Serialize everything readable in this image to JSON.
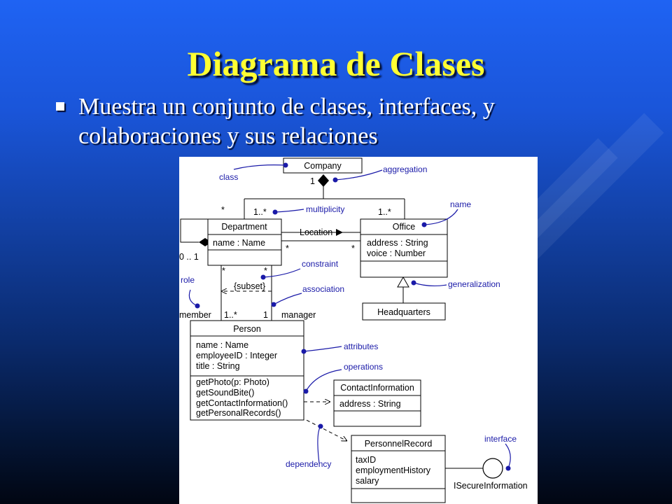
{
  "slide": {
    "title": "Diagrama de Clases",
    "bullet_line1": "Muestra un conjunto de clases, interfaces, y",
    "bullet_line2": "colaboraciones y sus relaciones"
  },
  "diagram": {
    "classes": {
      "company": "Company",
      "department": "Department",
      "department_attr": "name : Name",
      "office": "Office",
      "office_attr1": "address : String",
      "office_attr2": "voice : Number",
      "headquarters": "Headquarters",
      "person": "Person",
      "person_attr1": "name : Name",
      "person_attr2": "employeeID : Integer",
      "person_attr3": "title : String",
      "person_op1": "getPhoto(p: Photo)",
      "person_op2": "getSoundBite()",
      "person_op3": "getContactInformation()",
      "person_op4": "getPersonalRecords()",
      "contact": "ContactInformation",
      "contact_attr": "address : String",
      "personnel": "PersonnelRecord",
      "personnel_attr1": "taxID",
      "personnel_attr2": "employmentHistory",
      "personnel_attr3": "salary",
      "interface": "ISecureInformation"
    },
    "labels": {
      "mult_1": "1",
      "mult_dept_top": "1..*",
      "mult_office_top": "1..*",
      "mult_star_self": "*",
      "mult_zero_one": "0 .. 1",
      "location": "Location",
      "mult_dept_loc": "*",
      "mult_office_loc": "*",
      "mult_dept_b1": "*",
      "mult_dept_b2": "*",
      "subset": "{subset}",
      "member": "member",
      "mult_member": "1..*",
      "mult_manager": "1",
      "manager": "manager"
    },
    "notes": {
      "class": "class",
      "aggregation": "aggregation",
      "multiplicity": "multiplicity",
      "name": "name",
      "constraint": "constraint",
      "association": "association",
      "role": "role",
      "generalization": "generalization",
      "attributes": "attributes",
      "operations": "operations",
      "dependency": "dependency",
      "interface": "interface"
    },
    "note_color": "#1a1aa8"
  }
}
